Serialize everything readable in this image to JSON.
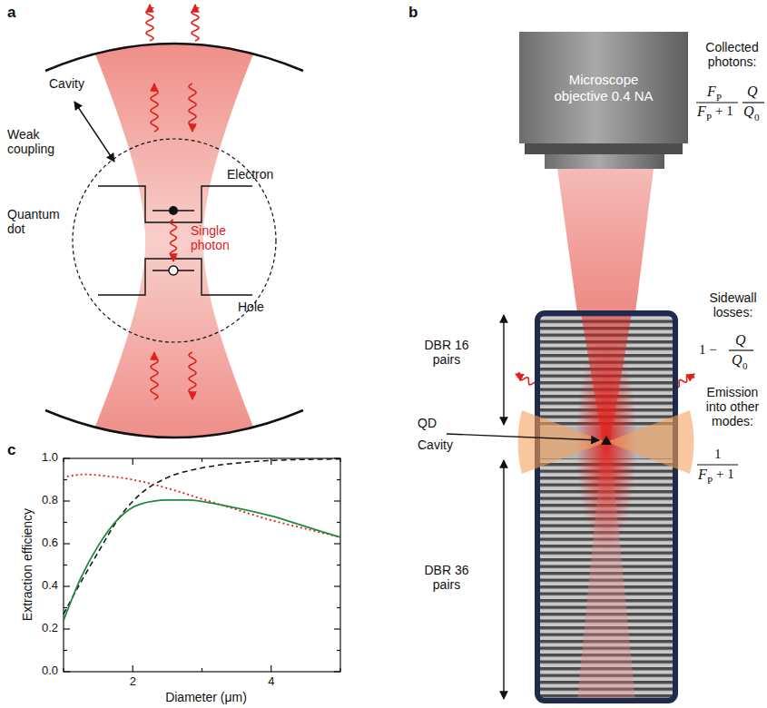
{
  "diagram": {
    "nodes": [
      {
        "text": [
          "Microscope objective 0.4 NA"
        ]
      }
    ],
    "edges": [],
    "labels": [
      "a",
      "Cavity",
      "Weak coupling",
      "Quantum dot",
      "Electron",
      "Single photon",
      "Hole",
      "b",
      "Collected photons:",
      "F",
      "P",
      "F",
      "P",
      "+ 1",
      "Q",
      "Q",
      "0",
      "DBR 16 pairs",
      "Sidewall losses:",
      "1 −",
      "Q",
      "Q",
      "0",
      "QD",
      "Cavity",
      "Emission into other modes:",
      "1",
      "F",
      "P",
      "+ 1",
      "DBR 36 pairs",
      "c",
      "1.0",
      "0.8",
      "0.6",
      "0.4",
      "0.2",
      "0.0",
      "2",
      "4",
      "Diameter (μm)",
      "Extraction efficiency"
    ]
  }
}
